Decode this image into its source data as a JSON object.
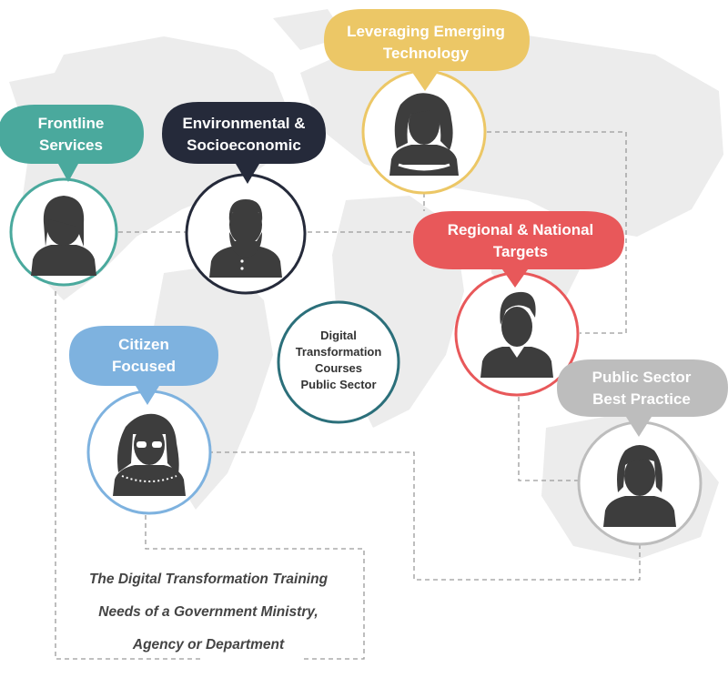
{
  "diagram": {
    "center_topic": {
      "lines": [
        "Digital",
        "Transformation",
        "Courses",
        "Public Sector"
      ],
      "color": "#2b6f7a"
    },
    "caption": {
      "lines": [
        "The Digital Transformation Training",
        "Needs of a Government Ministry,",
        "Agency or Department"
      ]
    },
    "personas": [
      {
        "id": "frontline",
        "lines": [
          "Frontline",
          "Services"
        ],
        "color": "#4aa99d",
        "icon": "male-avatar-long-hair-icon"
      },
      {
        "id": "environmental",
        "lines": [
          "Environmental &",
          "Socioeconomic"
        ],
        "color": "#252a3a",
        "icon": "bearded-man-avatar-icon"
      },
      {
        "id": "technology",
        "lines": [
          "Leveraging Emerging",
          "Technology"
        ],
        "color": "#ecc766",
        "icon": "curly-hair-woman-avatar-icon"
      },
      {
        "id": "regional",
        "lines": [
          "Regional & National",
          "Targets"
        ],
        "color": "#e8585a",
        "icon": "quiff-man-avatar-icon"
      },
      {
        "id": "citizen",
        "lines": [
          "Citizen",
          "Focused"
        ],
        "color": "#7eb2df",
        "icon": "woman-glasses-avatar-icon"
      },
      {
        "id": "public",
        "lines": [
          "Public Sector",
          "Best Practice"
        ],
        "color": "#bdbdbd",
        "icon": "woman-bob-avatar-icon"
      }
    ],
    "map_color": "#ececec",
    "connector_color": "#9a9a9a"
  }
}
